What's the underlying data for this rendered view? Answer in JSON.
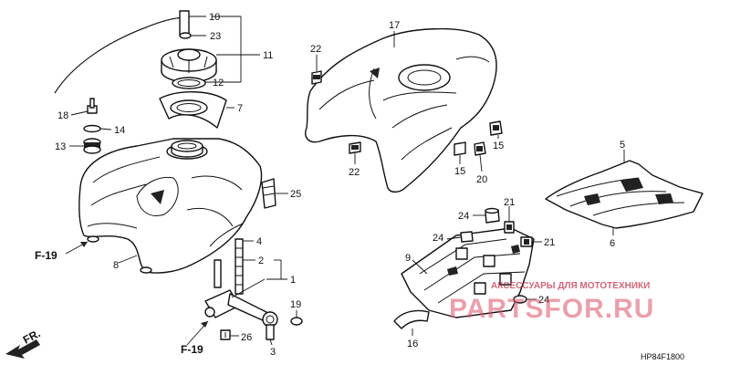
{
  "callouts": {
    "n1": "1",
    "n2": "2",
    "n3": "3",
    "n4": "4",
    "n5": "5",
    "n6": "6",
    "n7": "7",
    "n8": "8",
    "n9": "9",
    "n10": "10",
    "n11": "11",
    "n12": "12",
    "n13": "13",
    "n14": "14",
    "n15a": "15",
    "n15b": "15",
    "n16": "16",
    "n17": "17",
    "n18": "18",
    "n19": "19",
    "n20": "20",
    "n21a": "21",
    "n21b": "21",
    "n22a": "22",
    "n22b": "22",
    "n23": "23",
    "n24a": "24",
    "n24b": "24",
    "n24c": "24",
    "n25": "25",
    "n26": "26"
  },
  "references": {
    "f19_left": "F-19",
    "f19_bottom": "F-19",
    "front_arrow": "FR."
  },
  "diagram_code": "HP84F1800",
  "watermark": {
    "tagline": "АКСЕССУАРЫ ДЛЯ МОТОТЕХНИКИ",
    "brand": "PARTSFOR.RU"
  }
}
